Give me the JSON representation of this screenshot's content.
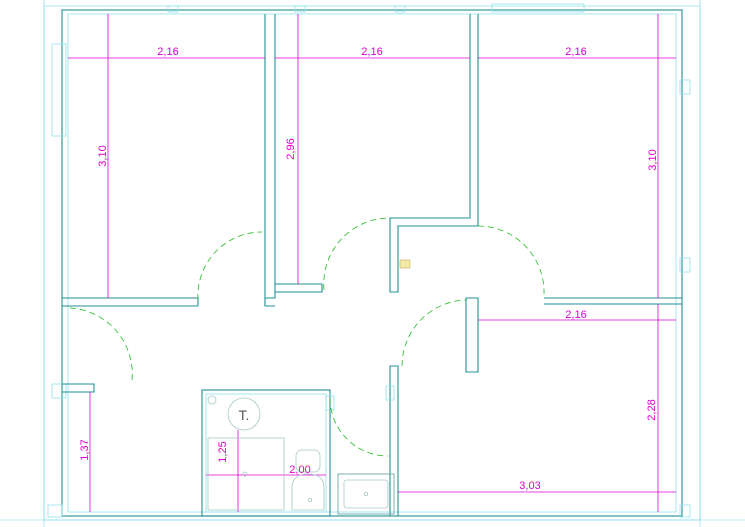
{
  "dimensions": {
    "room1_width": "2,16",
    "room2_width": "2,16",
    "room3_width": "2,16",
    "room1_depth": "3,10",
    "room2_depth": "2,96",
    "room3_depth": "3,10",
    "room4_width": "2,16",
    "room4_depth": "2,28",
    "room4_length": "3,03",
    "room5_depth": "1,37",
    "bath_depth": "1,25",
    "bath_width": "2,00"
  },
  "fixtures": {
    "tank_label": "T."
  }
}
